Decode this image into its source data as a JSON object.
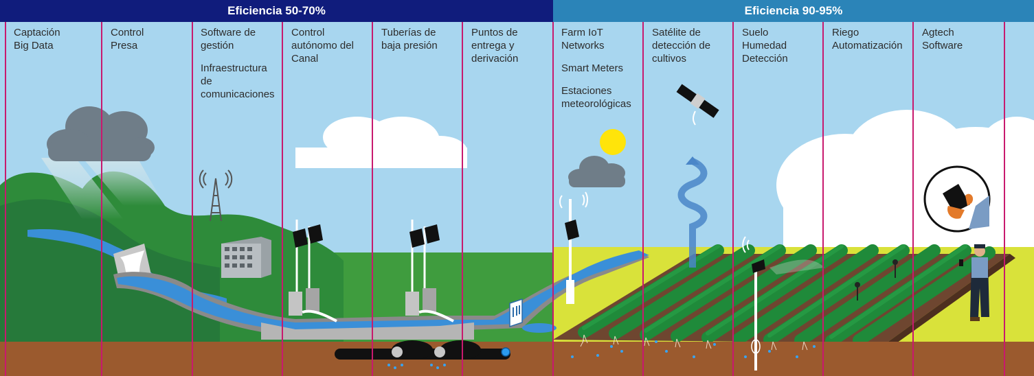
{
  "headers": {
    "left": "Eficiencia 50-70%",
    "right": "Eficiencia 90-95%"
  },
  "columns": [
    {
      "lines": [
        "Captación\nBig Data"
      ]
    },
    {
      "lines": [
        "Control\nPresa"
      ]
    },
    {
      "lines": [
        "Software de\ngestión",
        "Infraestructura\nde\ncomunicaciones"
      ]
    },
    {
      "lines": [
        "Control\nautónomo del\nCanal"
      ]
    },
    {
      "lines": [
        "Tuberías de\nbaja presión"
      ]
    },
    {
      "lines": [
        "Puntos de\nentrega y\nderivación"
      ]
    },
    {
      "lines": [
        "Farm IoT\nNetworks",
        "Smart Meters",
        "Estaciones\nmeteorológicas"
      ]
    },
    {
      "lines": [
        "Satélite de\ndetección de\ncultivos"
      ]
    },
    {
      "lines": [
        "Suelo\nHumedad\nDetección"
      ]
    },
    {
      "lines": [
        "Riego\nAutomatización"
      ]
    },
    {
      "lines": [
        "Agtech\nSoftware"
      ]
    }
  ],
  "colors": {
    "header_left": "#101c7c",
    "header_right": "#2b84b8",
    "divider": "#c8196e",
    "sky": "#a8d6ef",
    "soil": "#9b5a2e",
    "hill": "#2e8b3a",
    "water": "#3a8fd8",
    "crop": "#1f8a3a",
    "field": "#d9e23a",
    "sun": "#ffe40a"
  },
  "icons": [
    "cloud-icon",
    "dam-icon",
    "radio-tower-icon",
    "building-icon",
    "solar-panel-icon",
    "canal-gate-icon",
    "pipe-icon",
    "sun-icon",
    "weather-station-icon",
    "satellite-icon",
    "water-vapor-icon",
    "soil-sensor-icon",
    "farmer-icon",
    "tablet-icon"
  ]
}
